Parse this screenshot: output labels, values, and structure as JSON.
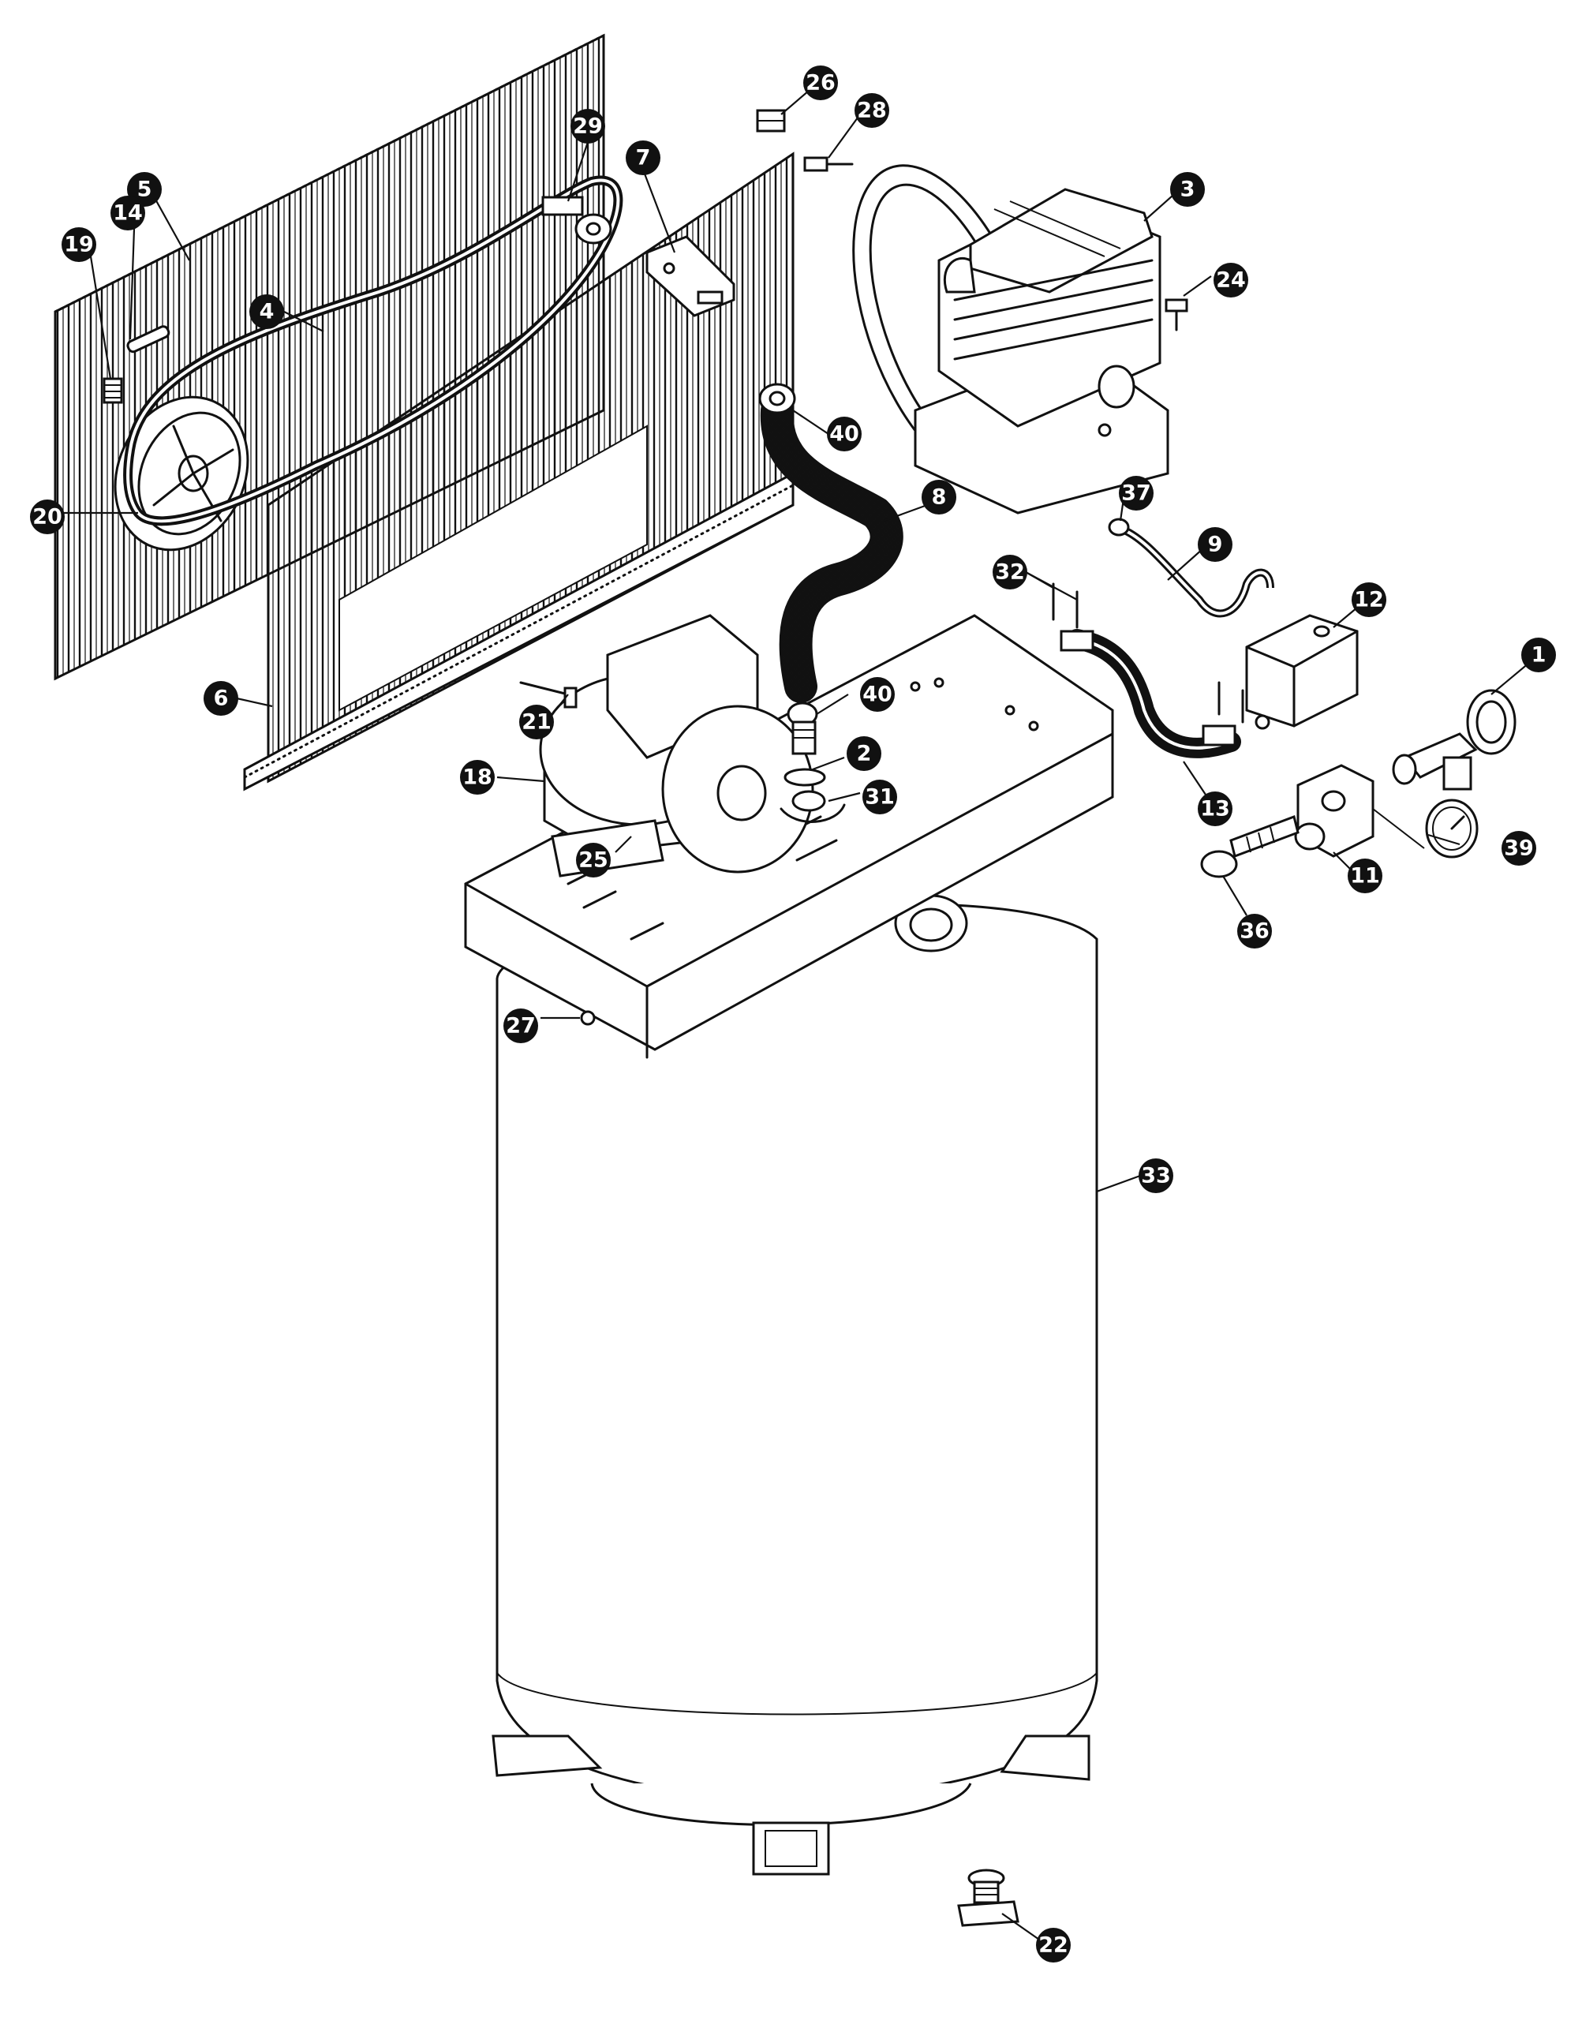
{
  "callouts": [
    {
      "id": "c1",
      "label": "1"
    },
    {
      "id": "c2",
      "label": "2"
    },
    {
      "id": "c3",
      "label": "3"
    },
    {
      "id": "c4",
      "label": "4"
    },
    {
      "id": "c5",
      "label": "5"
    },
    {
      "id": "c6",
      "label": "6"
    },
    {
      "id": "c7",
      "label": "7"
    },
    {
      "id": "c8",
      "label": "8"
    },
    {
      "id": "c9",
      "label": "9"
    },
    {
      "id": "c11",
      "label": "11"
    },
    {
      "id": "c12",
      "label": "12"
    },
    {
      "id": "c13",
      "label": "13"
    },
    {
      "id": "c14",
      "label": "14"
    },
    {
      "id": "c18",
      "label": "18"
    },
    {
      "id": "c19",
      "label": "19"
    },
    {
      "id": "c20",
      "label": "20"
    },
    {
      "id": "c21",
      "label": "21"
    },
    {
      "id": "c22",
      "label": "22"
    },
    {
      "id": "c24",
      "label": "24"
    },
    {
      "id": "c25",
      "label": "25"
    },
    {
      "id": "c26",
      "label": "26"
    },
    {
      "id": "c27",
      "label": "27"
    },
    {
      "id": "c28",
      "label": "28"
    },
    {
      "id": "c29",
      "label": "29"
    },
    {
      "id": "c31",
      "label": "31"
    },
    {
      "id": "c32",
      "label": "32"
    },
    {
      "id": "c33",
      "label": "33"
    },
    {
      "id": "c36",
      "label": "36"
    },
    {
      "id": "c37",
      "label": "37"
    },
    {
      "id": "c39",
      "label": "39"
    },
    {
      "id": "c40a",
      "label": "40"
    },
    {
      "id": "c40b",
      "label": "40"
    }
  ]
}
